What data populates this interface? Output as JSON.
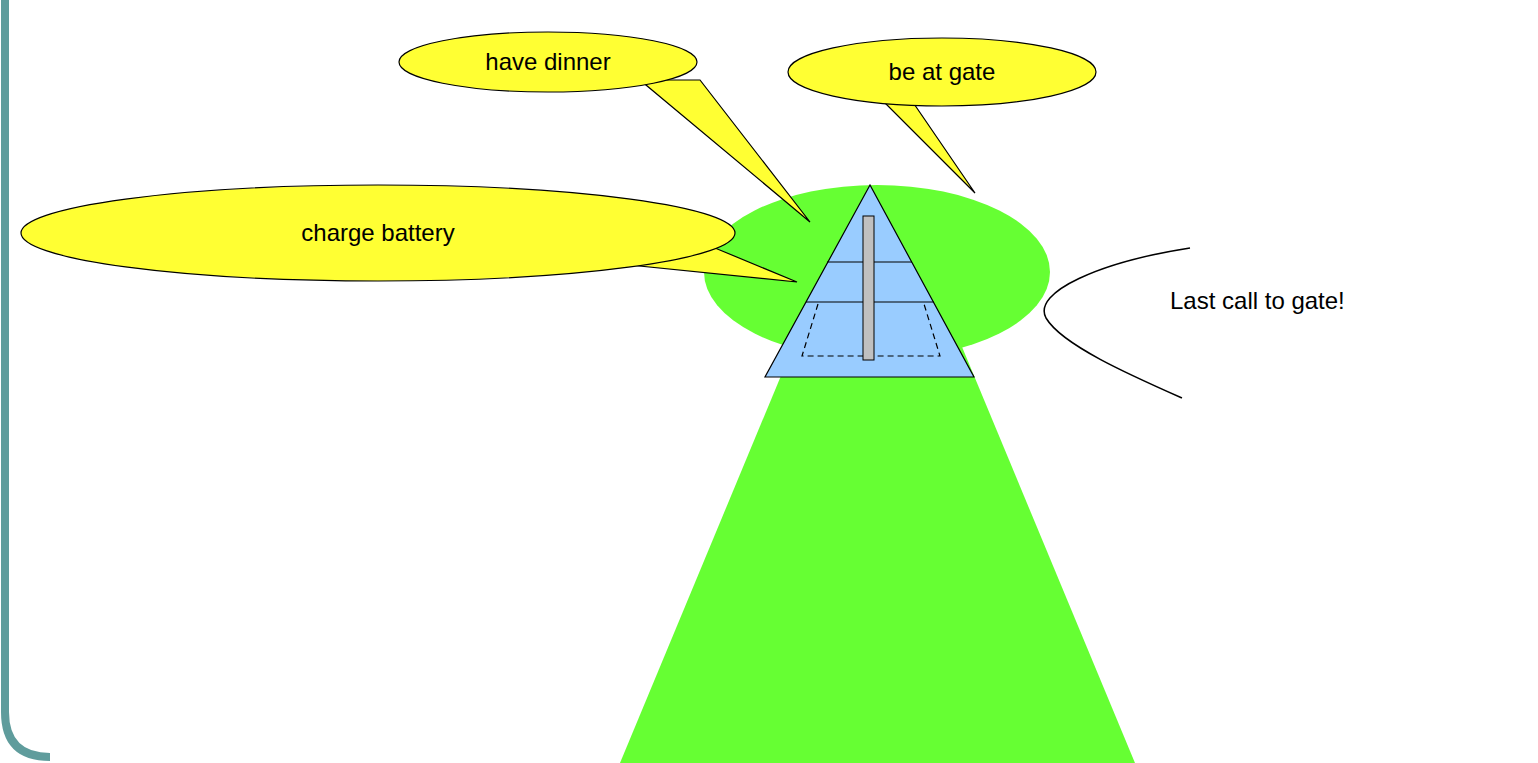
{
  "diagram": {
    "nodes": [
      {
        "text": [
          "have dinner"
        ]
      },
      {
        "text": [
          "be at gate"
        ]
      },
      {
        "text": [
          "charge battery"
        ]
      }
    ],
    "labels": [
      "Last call to gate!"
    ]
  }
}
